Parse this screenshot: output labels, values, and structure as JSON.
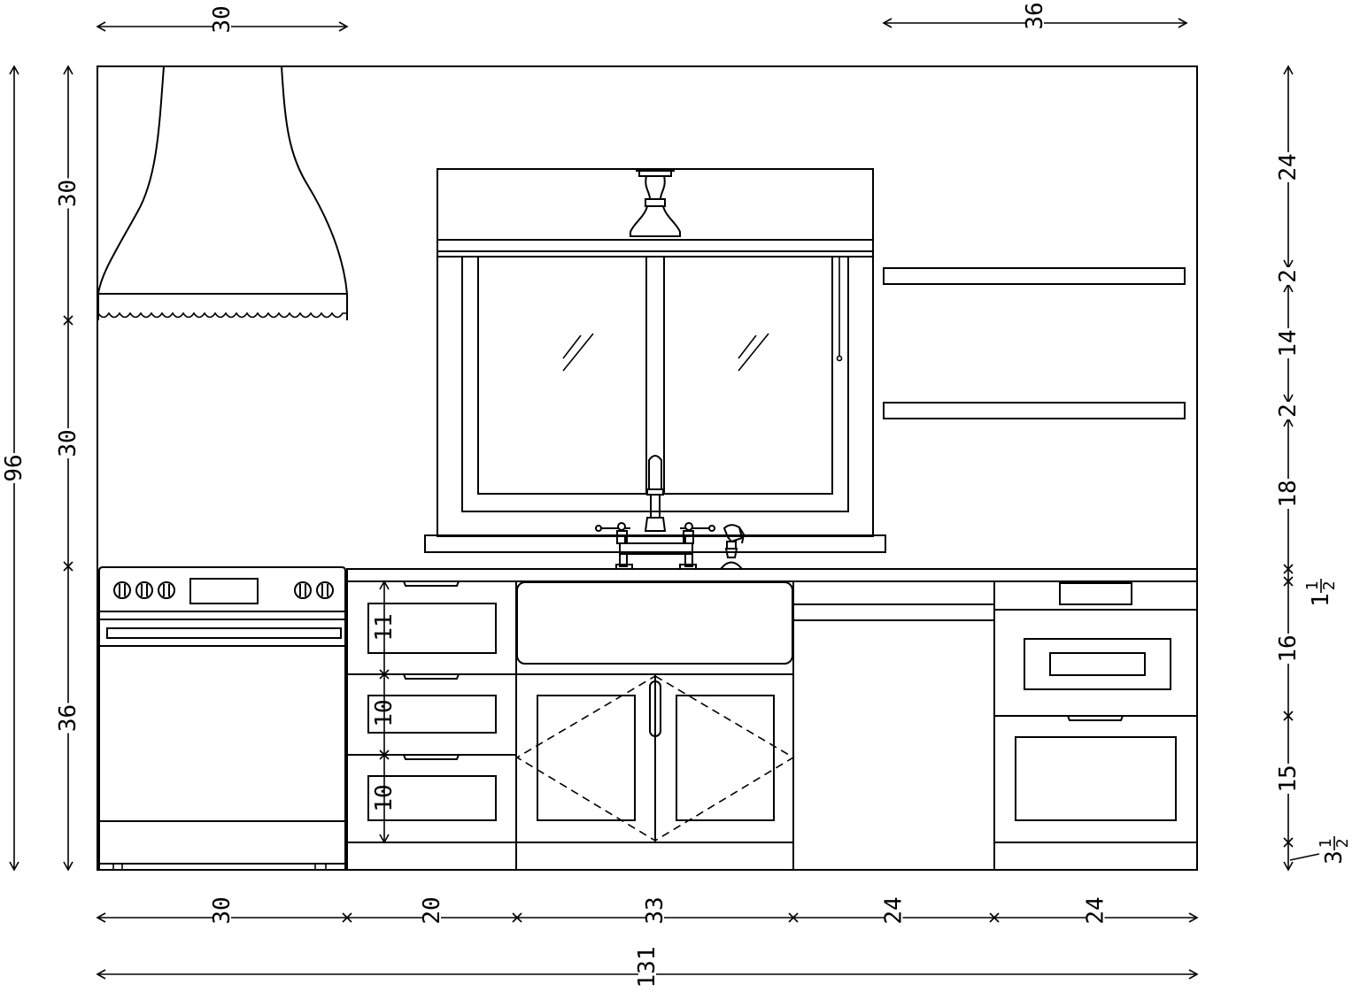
{
  "diagram": {
    "dimensions": {
      "top_left": "30",
      "top_right": "36",
      "left_total": "96",
      "left_upper": "30",
      "left_middle": "30",
      "left_lower": "36",
      "bottom_range": "30",
      "bottom_drawers": "20",
      "bottom_sink": "33",
      "bottom_dishwasher": "24",
      "bottom_oven": "24",
      "bottom_total": "131",
      "right_top": "24",
      "right_shelf_a": "2",
      "right_gap_a": "14",
      "right_shelf_b": "2",
      "right_gap_b": "18",
      "right_counter_whole": "1",
      "right_counter_num": "1",
      "right_counter_den": "2",
      "right_upper_oven": "16",
      "right_lower_oven": "15",
      "right_toe_whole": "3",
      "right_toe_num": "1",
      "right_toe_den": "2",
      "drawer_1": "11",
      "drawer_2": "10",
      "drawer_3": "10"
    }
  }
}
